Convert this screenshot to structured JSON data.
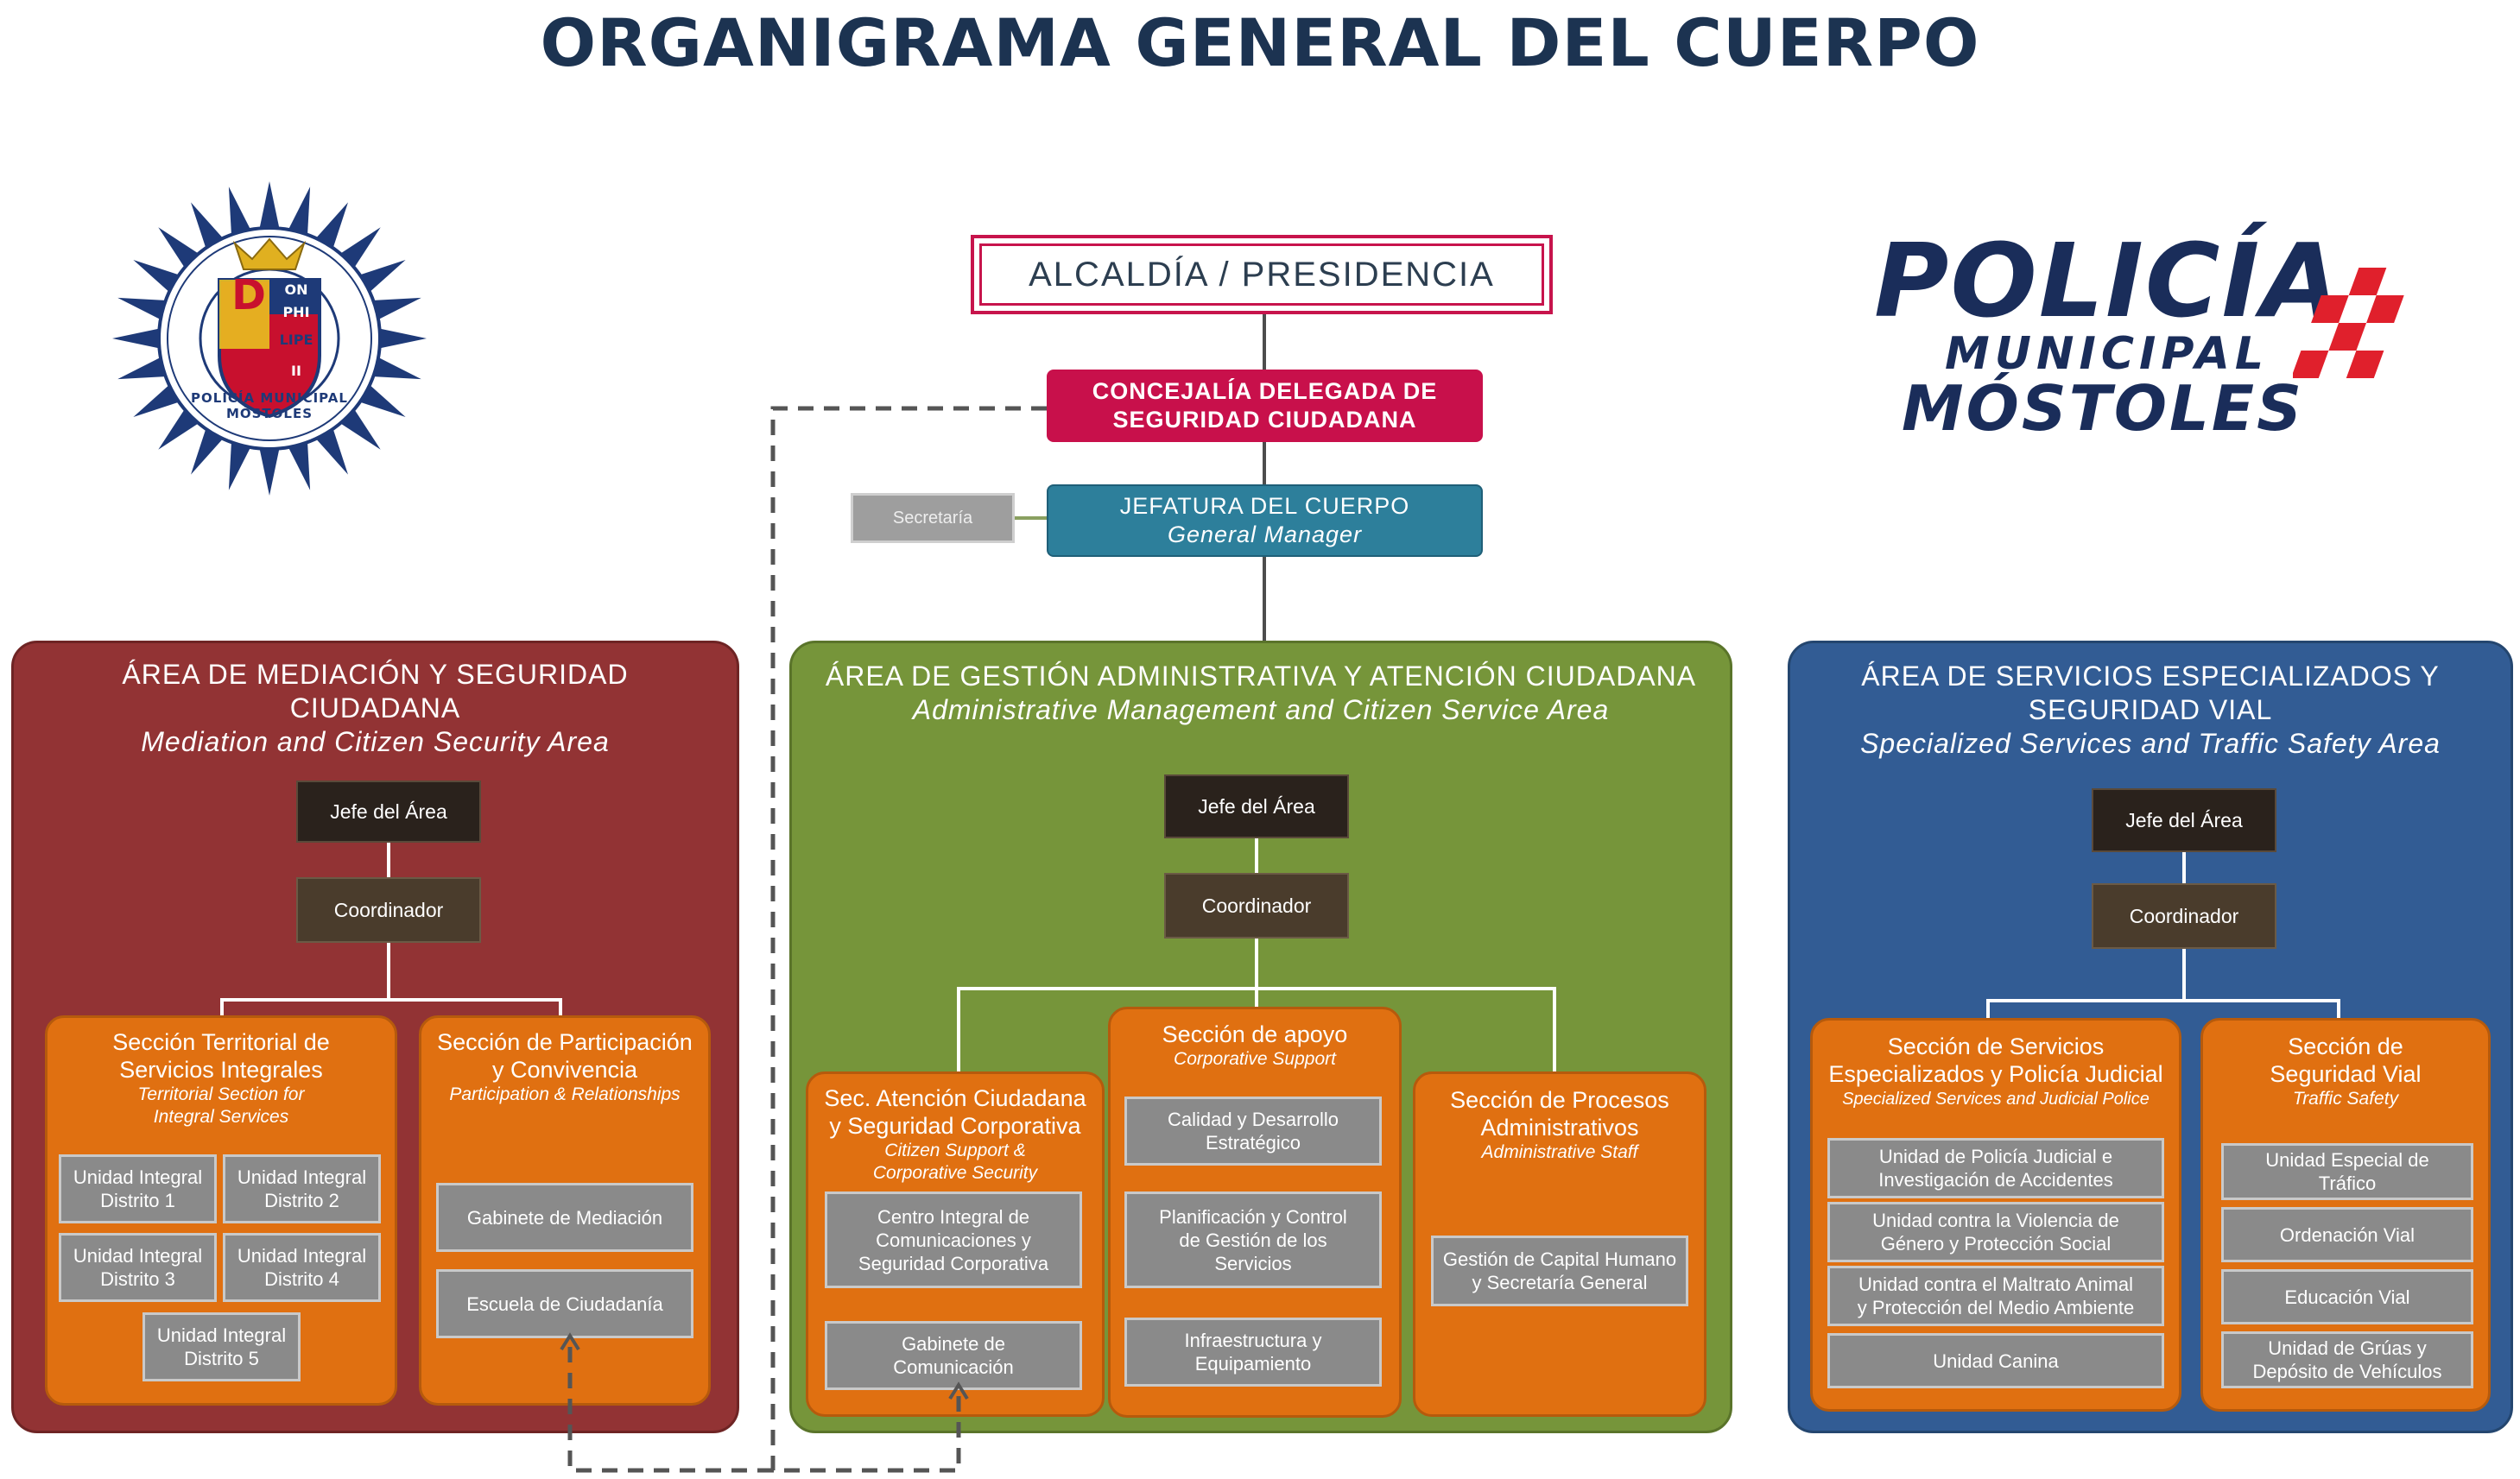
{
  "title": "ORGANIGRAMA GENERAL DEL CUERPO",
  "logos": {
    "badge": {
      "ring_text": "POLICÍA MUNICIPAL MÓSTOLES",
      "shield_letters": [
        "D",
        "ON",
        "PHI",
        "LIPE",
        "II"
      ]
    },
    "wordmark": {
      "line1": "POLICÍA",
      "line2": "MUNICIPAL",
      "line3": "MÓSTOLES"
    }
  },
  "top": {
    "alcaldia": "ALCALDÍA / PRESIDENCIA",
    "concejalia_line1": "CONCEJALÍA DELEGADA DE",
    "concejalia_line2": "SEGURIDAD CIUDADANA",
    "jefatura": "JEFATURA DEL CUERPO",
    "jefatura_en": "General Manager",
    "secretaria": "Secretaría"
  },
  "areas": {
    "mediacion": {
      "title_line1": "ÁREA DE MEDIACIÓN Y SEGURIDAD",
      "title_line2": "CIUDADANA",
      "subtitle": "Mediation and Citizen Security Area",
      "jefe": "Jefe del Área",
      "coordinador": "Coordinador",
      "sections": [
        {
          "title_line1": "Sección Territorial de",
          "title_line2": "Servicios Integrales",
          "sub_line1": "Territorial Section for",
          "sub_line2": "Integral Services",
          "units": [
            {
              "line1": "Unidad Integral",
              "line2": "Distrito 1"
            },
            {
              "line1": "Unidad Integral",
              "line2": "Distrito 2"
            },
            {
              "line1": "Unidad Integral",
              "line2": "Distrito 3"
            },
            {
              "line1": "Unidad Integral",
              "line2": "Distrito 4"
            },
            {
              "line1": "Unidad Integral",
              "line2": "Distrito 5"
            }
          ]
        },
        {
          "title_line1": "Sección de Participación",
          "title_line2": "y Convivencia",
          "sub_line1": "Participation & Relationships",
          "units": [
            {
              "line1": "Gabinete de Mediación"
            },
            {
              "line1": "Escuela de Ciudadanía"
            }
          ]
        }
      ]
    },
    "gestion": {
      "title_line1": "ÁREA DE GESTIÓN ADMINISTRATIVA Y ATENCIÓN CIUDADANA",
      "subtitle": "Administrative Management and Citizen Service Area",
      "jefe": "Jefe del Área",
      "coordinador": "Coordinador",
      "sections": [
        {
          "title_line1": "Sec. Atención Ciudadana",
          "title_line2": "y Seguridad Corporativa",
          "sub_line1": "Citizen Support &",
          "sub_line2": "Corporative Security",
          "units": [
            {
              "line1": "Centro Integral de",
              "line2": "Comunicaciones y",
              "line3": "Seguridad Corporativa"
            },
            {
              "line1": "Gabinete de",
              "line2": "Comunicación"
            }
          ]
        },
        {
          "title_line1": "Sección de apoyo",
          "sub_line1": "Corporative Support",
          "units": [
            {
              "line1": "Calidad y Desarrollo",
              "line2": "Estratégico"
            },
            {
              "line1": "Planificación y Control",
              "line2": "de Gestión de los",
              "line3": "Servicios"
            },
            {
              "line1": "Infraestructura y",
              "line2": "Equipamiento"
            }
          ]
        },
        {
          "title_line1": "Sección de Procesos",
          "title_line2": "Administrativos",
          "sub_line1": "Administrative Staff",
          "units": [
            {
              "line1": "Gestión de Capital Humano",
              "line2": "y Secretaría General"
            }
          ]
        }
      ]
    },
    "especializados": {
      "title_line1": "ÁREA DE SERVICIOS ESPECIALIZADOS Y",
      "title_line2": "SEGURIDAD VIAL",
      "subtitle": "Specialized Services and Traffic Safety Area",
      "jefe": "Jefe del Área",
      "coordinador": "Coordinador",
      "sections": [
        {
          "title_line1": "Sección de Servicios",
          "title_line2": "Especializados y Policía Judicial",
          "sub_line1": "Specialized Services and Judicial Police",
          "units": [
            {
              "line1": "Unidad de Policía Judicial e",
              "line2": "Investigación de Accidentes"
            },
            {
              "line1": "Unidad contra la Violencia de",
              "line2": "Género y Protección Social"
            },
            {
              "line1": "Unidad contra el Maltrato Animal",
              "line2": "y Protección del Medio Ambiente"
            },
            {
              "line1": "Unidad Canina"
            }
          ]
        },
        {
          "title_line1": "Sección de",
          "title_line2": "Seguridad Vial",
          "sub_line1": "Traffic Safety",
          "units": [
            {
              "line1": "Unidad Especial de",
              "line2": "Tráfico"
            },
            {
              "line1": "Ordenación Vial"
            },
            {
              "line1": "Educación Vial"
            },
            {
              "line1": "Unidad de Grúas y",
              "line2": "Depósito de Vehículos"
            }
          ]
        }
      ]
    }
  },
  "colors": {
    "title": "#1c3351",
    "alcaldia_border": "#c7144c",
    "concejalia": "#c8104b",
    "jefatura": "#2d7f9b",
    "area_red": "#923334",
    "area_green": "#76953a",
    "area_blue": "#325c94",
    "section_orange": "#e07011",
    "unit_gray": "#8a8a8a",
    "jefe_dark": "#2a221c",
    "coord_dark": "#4a3c2c"
  }
}
